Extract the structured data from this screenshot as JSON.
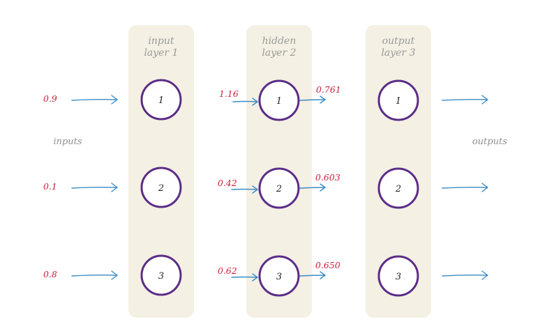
{
  "colors": {
    "panel": "#f4f0e4",
    "node_stroke": "#5b2d86",
    "arrow": "#3a8cc5",
    "value_text": "#cc1f3a",
    "label_text": "#9a9a9a"
  },
  "layers": [
    {
      "title_line1": "input",
      "title_line2": "layer 1",
      "nodes": [
        "1",
        "2",
        "3"
      ]
    },
    {
      "title_line1": "hidden",
      "title_line2": "layer 2",
      "nodes": [
        "1",
        "2",
        "3"
      ]
    },
    {
      "title_line1": "output",
      "title_line2": "layer 3",
      "nodes": [
        "1",
        "2",
        "3"
      ]
    }
  ],
  "side_labels": {
    "inputs": "inputs",
    "outputs": "outputs"
  },
  "input_values": [
    "0.9",
    "0.1",
    "0.8"
  ],
  "hidden_inputs": [
    "1.16",
    "0.42",
    "0.62"
  ],
  "hidden_outputs": [
    "0.761",
    "0.603",
    "0.650"
  ]
}
